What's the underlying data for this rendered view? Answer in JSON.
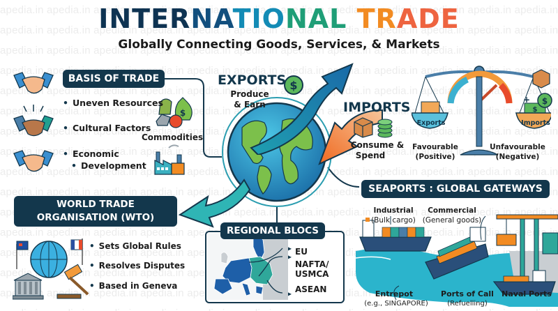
{
  "header": {
    "title_parts": [
      {
        "text": "INTER",
        "color": "#0e3352"
      },
      {
        "text": "NA",
        "color": "#124f7e"
      },
      {
        "text": "TIO",
        "color": "#138bb5"
      },
      {
        "text": "NAL",
        "color": "#1f9e77"
      },
      {
        "text": " TR",
        "color": "#f28b22"
      },
      {
        "text": "ADE",
        "color": "#ee6440"
      }
    ],
    "subtitle": "Globally Connecting Goods, Services, & Markets"
  },
  "watermark": "apedia.in",
  "basis_of_trade": {
    "heading": "BASIS OF TRADE",
    "items": [
      "Uneven Resources",
      "Cultural Factors",
      "Economic",
      "Development"
    ],
    "commodities_label": "Commodities",
    "icons": [
      "handshake-icon",
      "handshake-icon",
      "handshake-icon",
      "commodities-icon",
      "factory-icon"
    ]
  },
  "exports": {
    "heading": "EXPORTS",
    "line1": "Produce",
    "line2": "& Earn",
    "icon": "dollar-coin-icon"
  },
  "imports": {
    "heading": "IMPORTS",
    "line1": "Consume &",
    "line2": "Spend",
    "icons": [
      "box-icon",
      "coin-stack-icon"
    ]
  },
  "balance_of_trade": {
    "left_pan": "Exports",
    "right_pan": "Imports",
    "left_line1": "Favourable",
    "left_line2": "(Positive)",
    "right_line1": "Unfavourable",
    "right_line2": "(Negative)",
    "plus_sign": "+"
  },
  "wto": {
    "heading_line1": "WORLD TRADE",
    "heading_line2": "ORGANISATION (WTO)",
    "items": [
      "Sets Global Rules",
      "Resolves Disputes",
      "Based in Geneva"
    ]
  },
  "regional_blocs": {
    "heading": "REGIONAL BLOCS",
    "items": [
      "EU",
      "NAFTA/",
      "USMCA",
      "ASEAN"
    ]
  },
  "seaports": {
    "heading": "SEAPORTS : GLOBAL GATEWAYS",
    "industrial_line1": "Industrial",
    "industrial_line2": "(Bulk cargo)",
    "commercial_line1": "Commercial",
    "commercial_line2": "(General goods)",
    "entrepot_line1": "Entrepot",
    "entrepot_line2": "(e.g., SINGAPORE)",
    "call_line1": "Ports of Call",
    "call_line2": "(Refuelling)",
    "naval": "Naval Ports"
  },
  "colors": {
    "navy": "#13374c",
    "teal": "#1f9fb0",
    "orange": "#f28b22",
    "green": "#5cb85c"
  }
}
